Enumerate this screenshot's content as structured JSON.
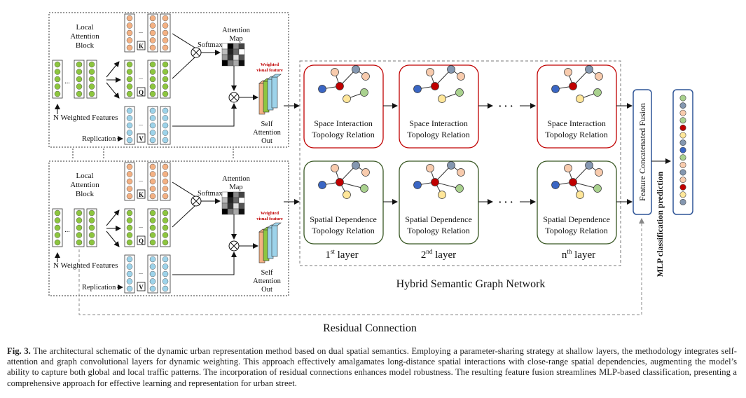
{
  "block_top": {
    "local_attention": [
      "Local",
      "Attention",
      "Block"
    ],
    "features": "N Weighted Features",
    "replication": "Replication",
    "softmax": "Softmax",
    "attention_map": [
      "Attention",
      "Map"
    ],
    "weighted_visual": [
      "Weighted",
      "visual feature"
    ],
    "self_attention_out": [
      "Self",
      "Attention",
      "Out"
    ],
    "k": "K",
    "q": "Q",
    "v": "V",
    "dots": "..."
  },
  "block_bottom": {
    "local_attention": [
      "Local",
      "Attention",
      "Block"
    ],
    "features": "N Weighted Features",
    "replication": "Replication",
    "softmax": "Softmax",
    "attention_map": [
      "Attention",
      "Map"
    ],
    "weighted_visual": [
      "Weighted",
      "visual feature"
    ],
    "self_attention_out": [
      "Self",
      "Attention",
      "Out"
    ],
    "k": "K",
    "q": "Q",
    "v": "V",
    "dots": "..."
  },
  "graph": {
    "space_label": [
      "Space Interaction",
      "Topology Relation"
    ],
    "spatial_label": [
      "Spatial Dependence",
      "Topology Relation"
    ],
    "layers": [
      {
        "base": "1",
        "sup": "st",
        "word": " layer"
      },
      {
        "base": "2",
        "sup": "nd",
        "word": " layer"
      },
      {
        "base": "n",
        "sup": "th",
        "word": " layer"
      }
    ],
    "ellipsis": "· · ·",
    "network_title": "Hybrid Semantic Graph Network"
  },
  "fusion": {
    "label": "Feature Concatenated Fusion",
    "mlp": "MLP classification prediction"
  },
  "residual": "Residual Connection",
  "caption": {
    "prefix": "Fig. 3.",
    "text": " The architectural schematic of the dynamic urban representation method based on dual spatial semantics. Employing a parameter-sharing strategy at shallow layers, the methodology integrates self-attention and graph convolutional layers for dynamic weighting. This approach effectively amalgamates long-distance spatial interactions with close-range spatial dependencies, augmenting the model’s ability to capture both global and local traffic patterns. The incorporation of residual connections enhances model robustness. The resulting feature fusion streamlines MLP-based classification, presenting a comprehensive approach for effective learning and representation for urban street."
  },
  "colors": {
    "feature_green": "#8dc63f",
    "key_orange": "#f4b183",
    "query_green": "#8dc63f",
    "value_blue": "#9dd3ea",
    "space_border": "#c00000",
    "spatial_border": "#385723",
    "fusion_border": "#2f5597",
    "node_blue": "#3a66c4",
    "node_red": "#c00000",
    "node_peach": "#f8cbad",
    "node_gray": "#8497b0",
    "node_green": "#a9d18e",
    "node_yellow": "#ffe699",
    "weighted_red": "#c00000"
  },
  "output_vector": [
    "#a9d18e",
    "#8497b0",
    "#f8cbad",
    "#a9d18e",
    "#c00000",
    "#ffe699",
    "#8497b0",
    "#3a66c4",
    "#a9d18e",
    "#f8cbad",
    "#8497b0",
    "#f8cbad",
    "#c00000",
    "#ffe699",
    "#8497b0"
  ]
}
